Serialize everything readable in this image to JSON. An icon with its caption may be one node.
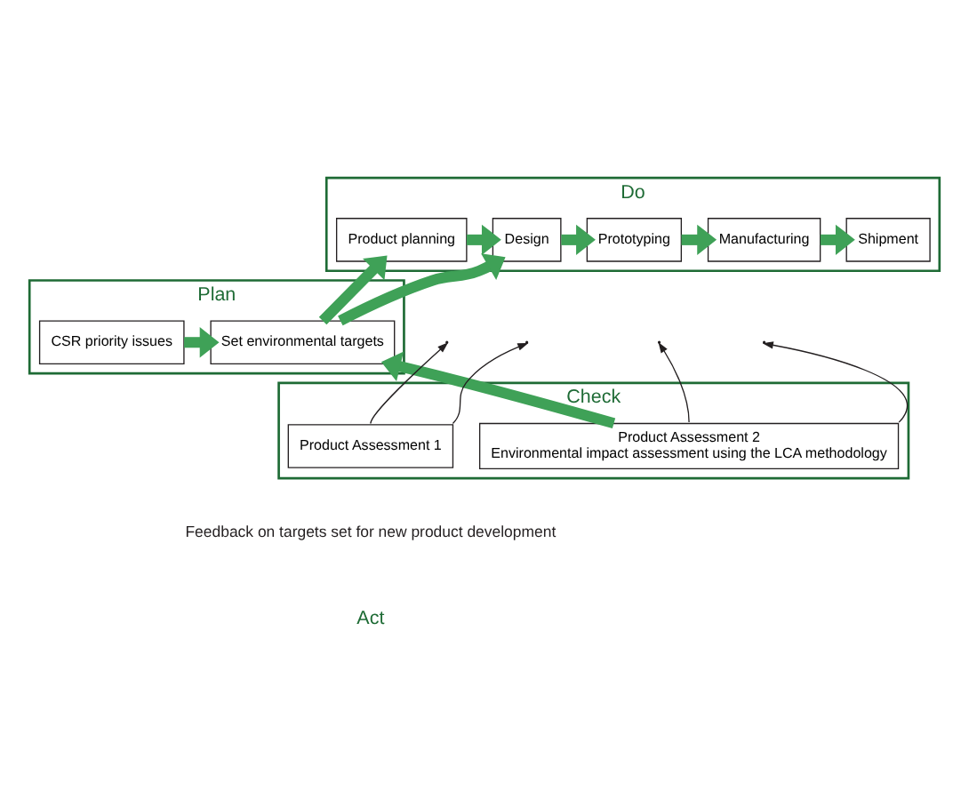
{
  "diagram": {
    "nodes": [
      {
        "text": [
          "Do"
        ]
      },
      {
        "text": [
          "Product planning"
        ],
        "in": 0
      },
      {
        "text": [
          "Design"
        ],
        "in": 0
      },
      {
        "text": [
          "Prototyping"
        ],
        "in": 0
      },
      {
        "text": [
          "Manufacturing"
        ],
        "in": 0
      },
      {
        "text": [
          "Shipment"
        ],
        "in": 0
      },
      {
        "text": [
          "Plan"
        ]
      },
      {
        "text": [
          "CSR priority issues"
        ],
        "in": 6
      },
      {
        "text": [
          "Set environmental targets"
        ],
        "in": 6
      },
      {
        "text": [
          "Check"
        ]
      },
      {
        "text": [
          "Product Assessment 2",
          "Environmental impact assessment using the LCA methodology"
        ],
        "in": 9
      },
      {
        "text": [
          "Product Assessment 1"
        ],
        "in": 9
      }
    ],
    "edges": [
      {
        "from": 1,
        "to": 2,
        "arrow": "to"
      },
      {
        "from": 2,
        "to": 3,
        "arrow": "to"
      },
      {
        "from": 3,
        "to": 4,
        "arrow": "to"
      },
      {
        "from": 4,
        "to": 5,
        "arrow": "to"
      },
      {
        "from": 7,
        "to": 8,
        "arrow": "to"
      },
      {
        "from": 8,
        "to": 1,
        "arrow": "to"
      },
      {
        "from": 8,
        "to": 2,
        "arrow": "to"
      },
      {
        "from": 10,
        "to": 8,
        "arrow": "to"
      },
      {
        "from": 11,
        "to": null,
        "arrow": "to",
        "color": "#231f20"
      },
      {
        "from": 11,
        "to": null,
        "arrow": "to",
        "color": "#231f20"
      },
      {
        "from": 10,
        "to": null,
        "arrow": "to",
        "color": "#231f20"
      },
      {
        "from": 10,
        "to": null,
        "arrow": "to",
        "color": "#231f20"
      }
    ],
    "labels": [
      "Feedback on targets set for new product development",
      "Act"
    ]
  }
}
